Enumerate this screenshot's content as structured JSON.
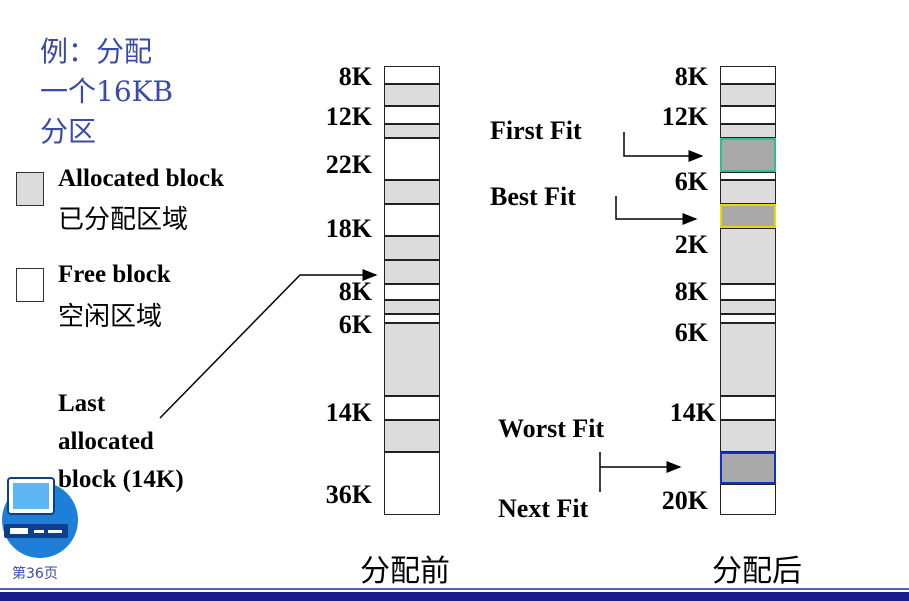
{
  "title": [
    "例：分配",
    "一个16KB",
    "分区"
  ],
  "legend": {
    "allocated_en": "Allocated block",
    "allocated_cn": "已分配区域",
    "free_en": "Free block",
    "free_cn": "空闲区域"
  },
  "last_allocated": [
    "Last",
    "allocated",
    "block (14K)"
  ],
  "before": {
    "caption": "分配前",
    "labels": [
      "8K",
      "12K",
      "22K",
      "18K",
      "8K",
      "6K",
      "14K",
      "36K"
    ]
  },
  "after": {
    "caption": "分配后",
    "labels": [
      "8K",
      "12K",
      "6K",
      "2K",
      "8K",
      "6K",
      "14K",
      "20K"
    ]
  },
  "fits": {
    "first": "First Fit",
    "best": "Best Fit",
    "worst": "Worst Fit",
    "next": "Next Fit"
  },
  "colors": {
    "first_fit": "#2fbf8f",
    "best_fit": "#e8d800",
    "worst_fit": "#1030c8",
    "allocated": "#dcdcdc",
    "title": "#3a4aa8"
  },
  "page_number": "第36页"
}
